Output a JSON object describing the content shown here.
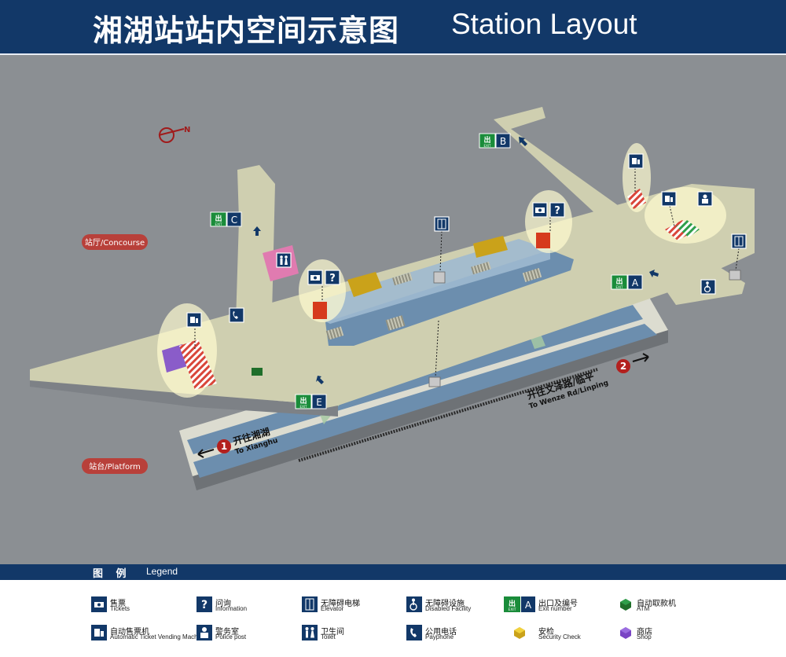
{
  "header": {
    "title_cn": "湘湖站站内空间示意图",
    "title_en": "Station  Layout"
  },
  "map": {
    "level_concourse": "站厅/Concourse",
    "level_platform": "站台/Platform",
    "exits": [
      "A",
      "B",
      "C",
      "E"
    ],
    "exit_icon_text": "出",
    "exit_icon_sub": "EXIT",
    "direction_1": {
      "number": "1",
      "cn": "开往湘湖",
      "en": "To Xianghu"
    },
    "direction_2": {
      "number": "2",
      "cn": "开往文泽路/临平",
      "en": "To Wenze Rd/Linping"
    },
    "compass": "N"
  },
  "legend": {
    "title_cn": "图  例",
    "title_en": "Legend",
    "items": [
      {
        "icon": "ticket-icon",
        "cn": "售票",
        "en": "Tickets"
      },
      {
        "icon": "information-icon",
        "cn": "问询",
        "en": "Information"
      },
      {
        "icon": "elevator-icon",
        "cn": "无障碍电梯",
        "en": "Elevator"
      },
      {
        "icon": "wheelchair-icon",
        "cn": "无障碍设施",
        "en": "Disabled Facility"
      },
      {
        "icon": "exit-icon",
        "cn": "出口及编号",
        "en": "Exit number",
        "label": "A"
      },
      {
        "icon": "atm-icon",
        "cn": "自动取款机",
        "en": "ATM"
      },
      {
        "icon": "ticket-machine-icon",
        "cn": "自动售票机",
        "en": "Automatic Ticket Vending Machine"
      },
      {
        "icon": "police-icon",
        "cn": "警务室",
        "en": "Police post"
      },
      {
        "icon": "toilet-icon",
        "cn": "卫生间",
        "en": "Toilet"
      },
      {
        "icon": "payphone-icon",
        "cn": "公用电话",
        "en": "Payphone"
      },
      {
        "icon": "security-check-icon",
        "cn": "安检",
        "en": "Security Check"
      },
      {
        "icon": "shop-icon",
        "cn": "商店",
        "en": "Shop"
      }
    ]
  },
  "colors": {
    "header_bg": "#123868",
    "background": "#8b8f93",
    "concourse_floor": "#cfcfb0",
    "platform_floor": "#6c8eae",
    "ticket_counter": "#d63a1c",
    "security": "#caa21a",
    "toilet_room": "#e07bb0",
    "atm": "#1f6e2a",
    "shop": "#8a5cc9",
    "exit_green": "#1a8c3a",
    "highlight": "#fffbd0"
  }
}
